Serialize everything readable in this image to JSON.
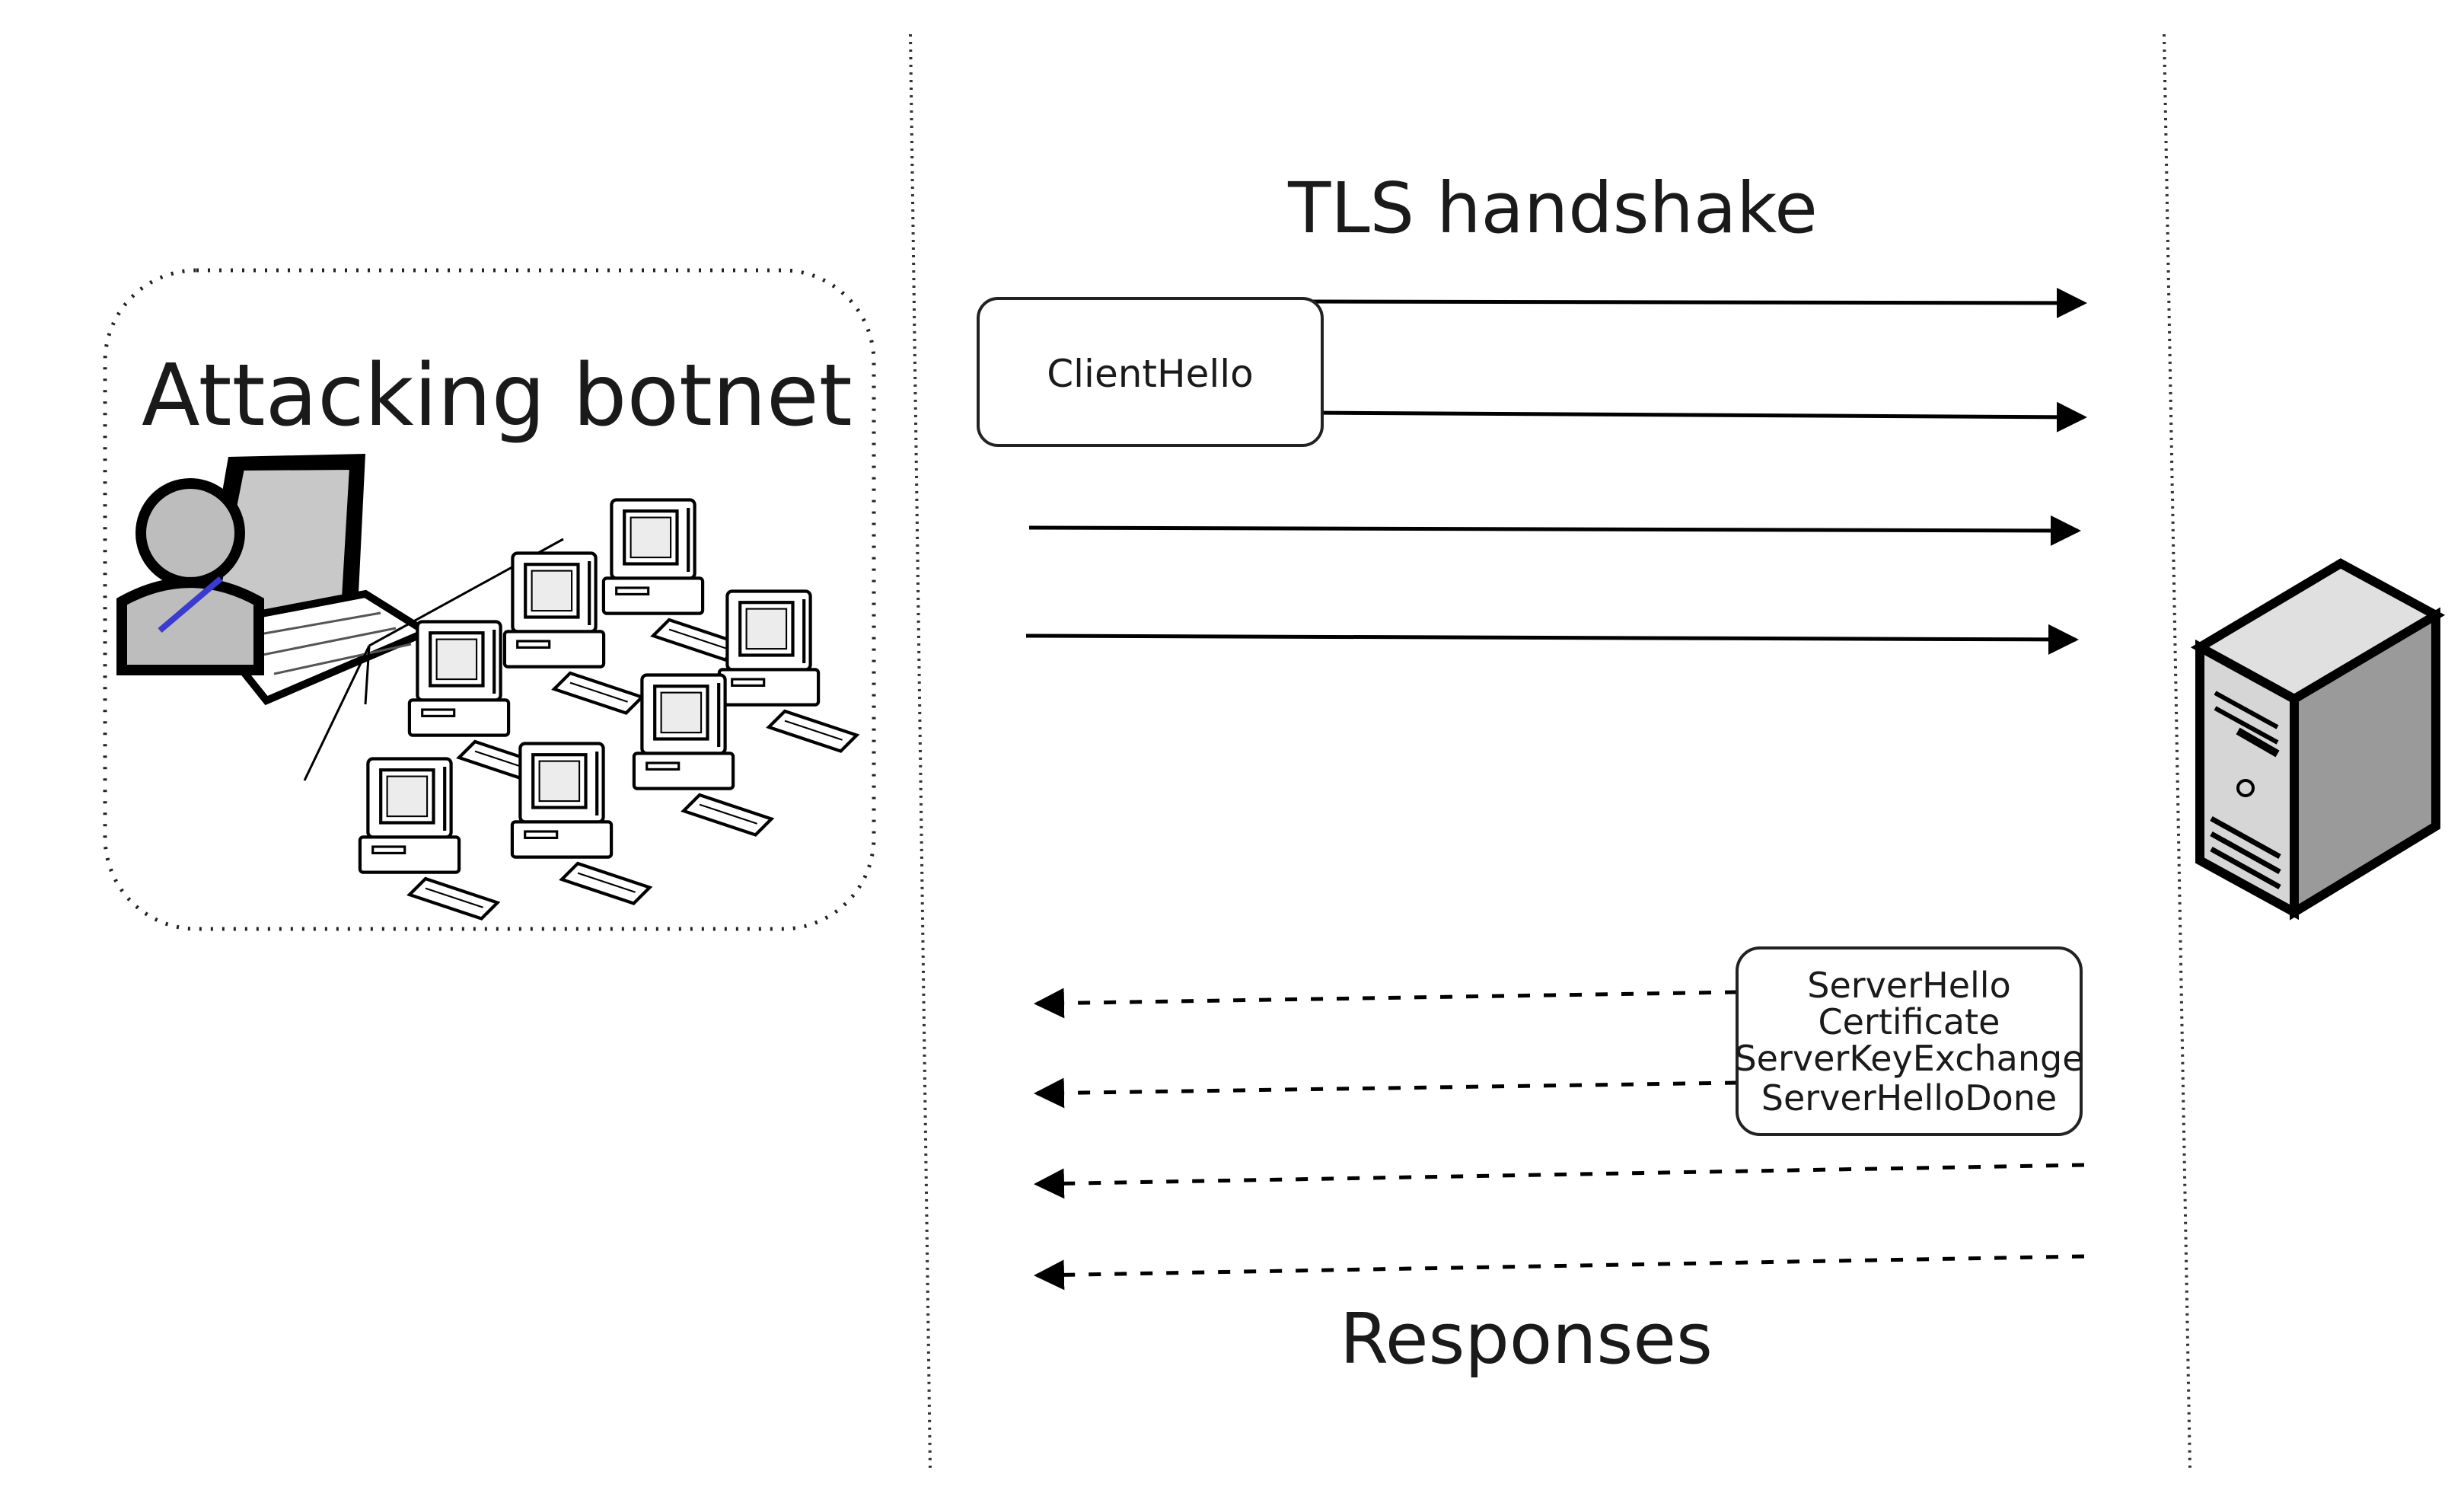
{
  "botnet": {
    "title": "Attacking botnet",
    "icons": [
      "attacker-with-laptop-icon",
      "bot-computer-icon"
    ]
  },
  "handshake": {
    "title": "TLS handshake",
    "client_message": "ClientHello",
    "request_arrow_count": 4
  },
  "responses": {
    "title": "Responses",
    "server_messages": [
      "ServerHello",
      "Certificate",
      "ServerKeyExchange",
      "ServerHelloDone"
    ],
    "response_arrow_count": 4
  },
  "server": {
    "icon": "server-tower-icon"
  }
}
